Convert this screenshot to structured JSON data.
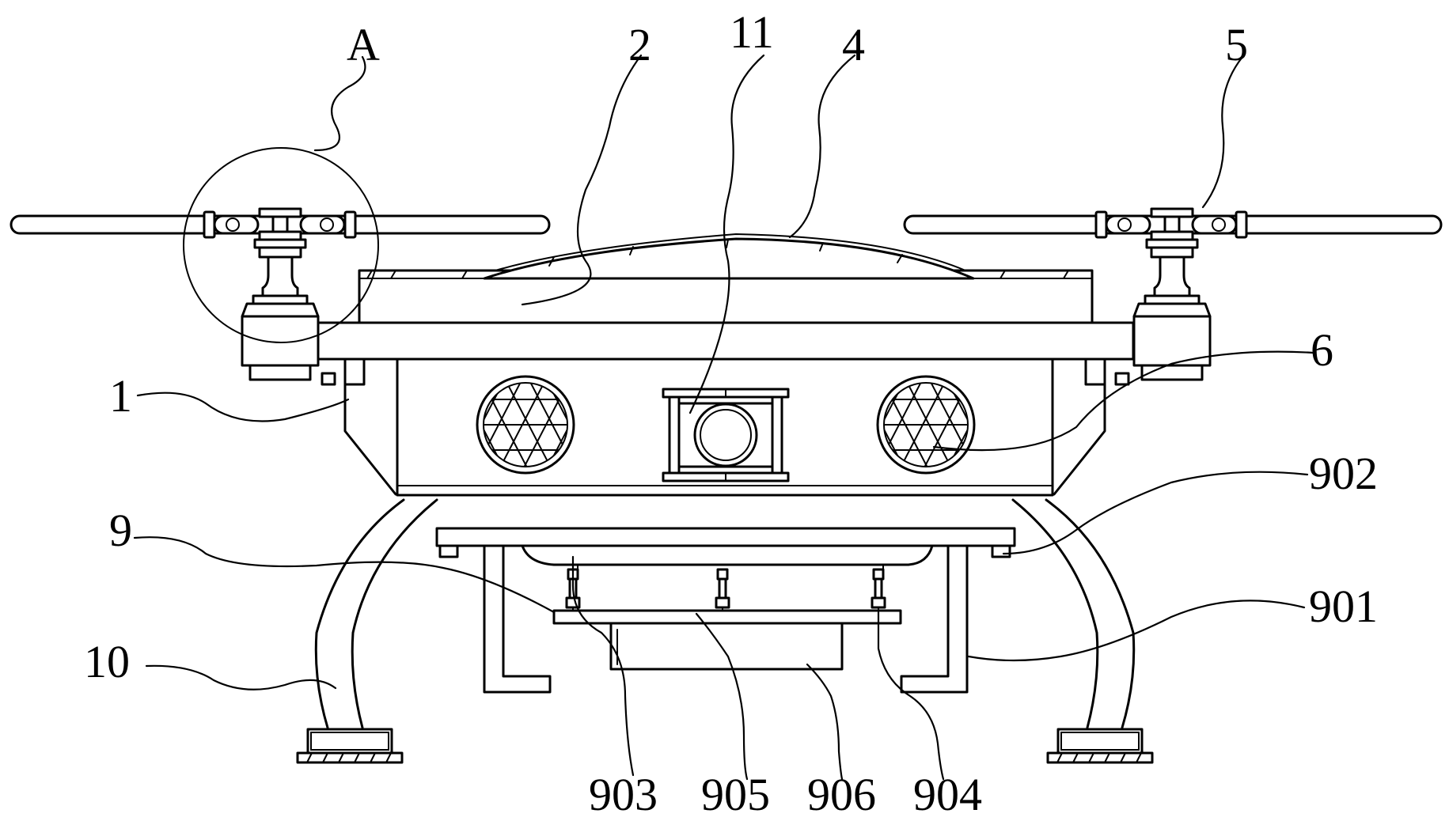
{
  "labels": {
    "a": "A",
    "l2": "2",
    "l11": "11",
    "l4": "4",
    "l5": "5",
    "l6": "6",
    "l1": "1",
    "l902": "902",
    "l9": "9",
    "l901": "901",
    "l10": "10",
    "l903": "903",
    "l905": "905",
    "l906": "906",
    "l904": "904"
  }
}
